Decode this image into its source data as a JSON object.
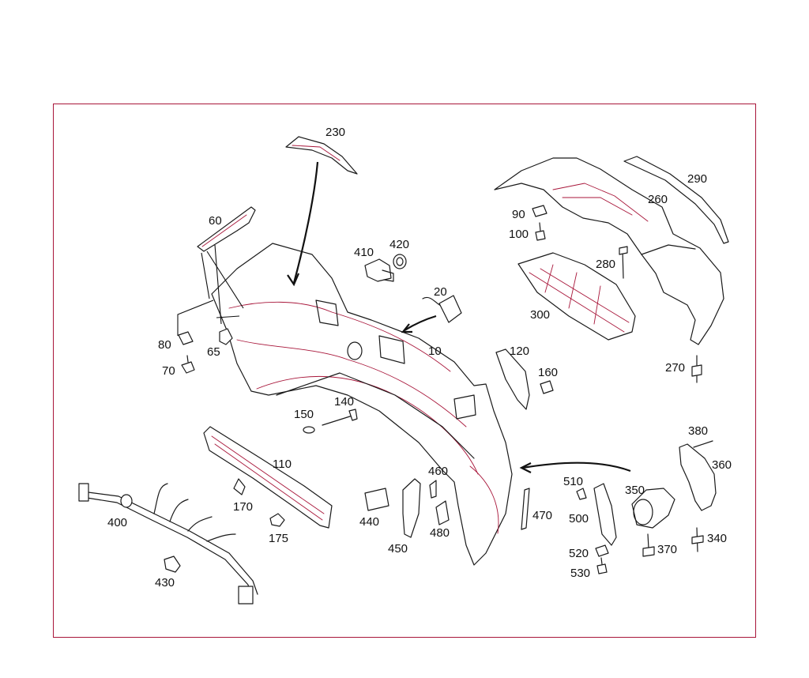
{
  "frame_color": "#a8163a",
  "line_color": "#1a1a1a",
  "parts": [
    {
      "id": "p230",
      "label": "230"
    },
    {
      "id": "p60",
      "label": "60"
    },
    {
      "id": "p410",
      "label": "410"
    },
    {
      "id": "p420",
      "label": "420"
    },
    {
      "id": "p20",
      "label": "20"
    },
    {
      "id": "p10",
      "label": "10"
    },
    {
      "id": "p80",
      "label": "80"
    },
    {
      "id": "p65",
      "label": "65"
    },
    {
      "id": "p70",
      "label": "70"
    },
    {
      "id": "p150",
      "label": "150"
    },
    {
      "id": "p140",
      "label": "140"
    },
    {
      "id": "p110",
      "label": "110"
    },
    {
      "id": "p170",
      "label": "170"
    },
    {
      "id": "p175",
      "label": "175"
    },
    {
      "id": "p400",
      "label": "400"
    },
    {
      "id": "p430",
      "label": "430"
    },
    {
      "id": "p440",
      "label": "440"
    },
    {
      "id": "p450",
      "label": "450"
    },
    {
      "id": "p460",
      "label": "460"
    },
    {
      "id": "p480",
      "label": "480"
    },
    {
      "id": "p470",
      "label": "470"
    },
    {
      "id": "p290",
      "label": "290"
    },
    {
      "id": "p260",
      "label": "260"
    },
    {
      "id": "p90",
      "label": "90"
    },
    {
      "id": "p100",
      "label": "100"
    },
    {
      "id": "p280",
      "label": "280"
    },
    {
      "id": "p300",
      "label": "300"
    },
    {
      "id": "p120",
      "label": "120"
    },
    {
      "id": "p160",
      "label": "160"
    },
    {
      "id": "p270",
      "label": "270"
    },
    {
      "id": "p380",
      "label": "380"
    },
    {
      "id": "p360",
      "label": "360"
    },
    {
      "id": "p350",
      "label": "350"
    },
    {
      "id": "p510",
      "label": "510"
    },
    {
      "id": "p500",
      "label": "500"
    },
    {
      "id": "p520",
      "label": "520"
    },
    {
      "id": "p530",
      "label": "530"
    },
    {
      "id": "p370",
      "label": "370"
    },
    {
      "id": "p340",
      "label": "340"
    }
  ]
}
